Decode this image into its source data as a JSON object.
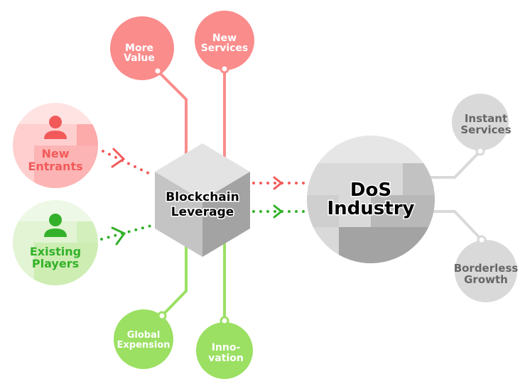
{
  "center": {
    "line1": "Blockchain",
    "line2": "Leverage"
  },
  "target": {
    "line1": "DoS",
    "line2": "Industry"
  },
  "inputs": [
    {
      "line1": "New",
      "line2": "Entrants",
      "icon": "person-icon",
      "color": "#f25a5a"
    },
    {
      "line1": "Existing",
      "line2": "Players",
      "icon": "person-icon",
      "color": "#33b12a"
    }
  ],
  "top_nodes": [
    {
      "line1": "More",
      "line2": "Value"
    },
    {
      "line1": "New",
      "line2": "Services"
    }
  ],
  "bottom_nodes": [
    {
      "line1": "Global",
      "line2": "Expension"
    },
    {
      "line1": "Inno-",
      "line2": "vation"
    }
  ],
  "right_nodes": [
    {
      "line1": "Instant",
      "line2": "Services"
    },
    {
      "line1": "Borderless",
      "line2": "Growth"
    }
  ],
  "colors": {
    "red": "#fa8c8c",
    "red_dark": "#f25a5a",
    "green": "#9be063",
    "green_dark": "#33b12a",
    "gray": "#d9d9d9",
    "gray_text": "#666666"
  }
}
